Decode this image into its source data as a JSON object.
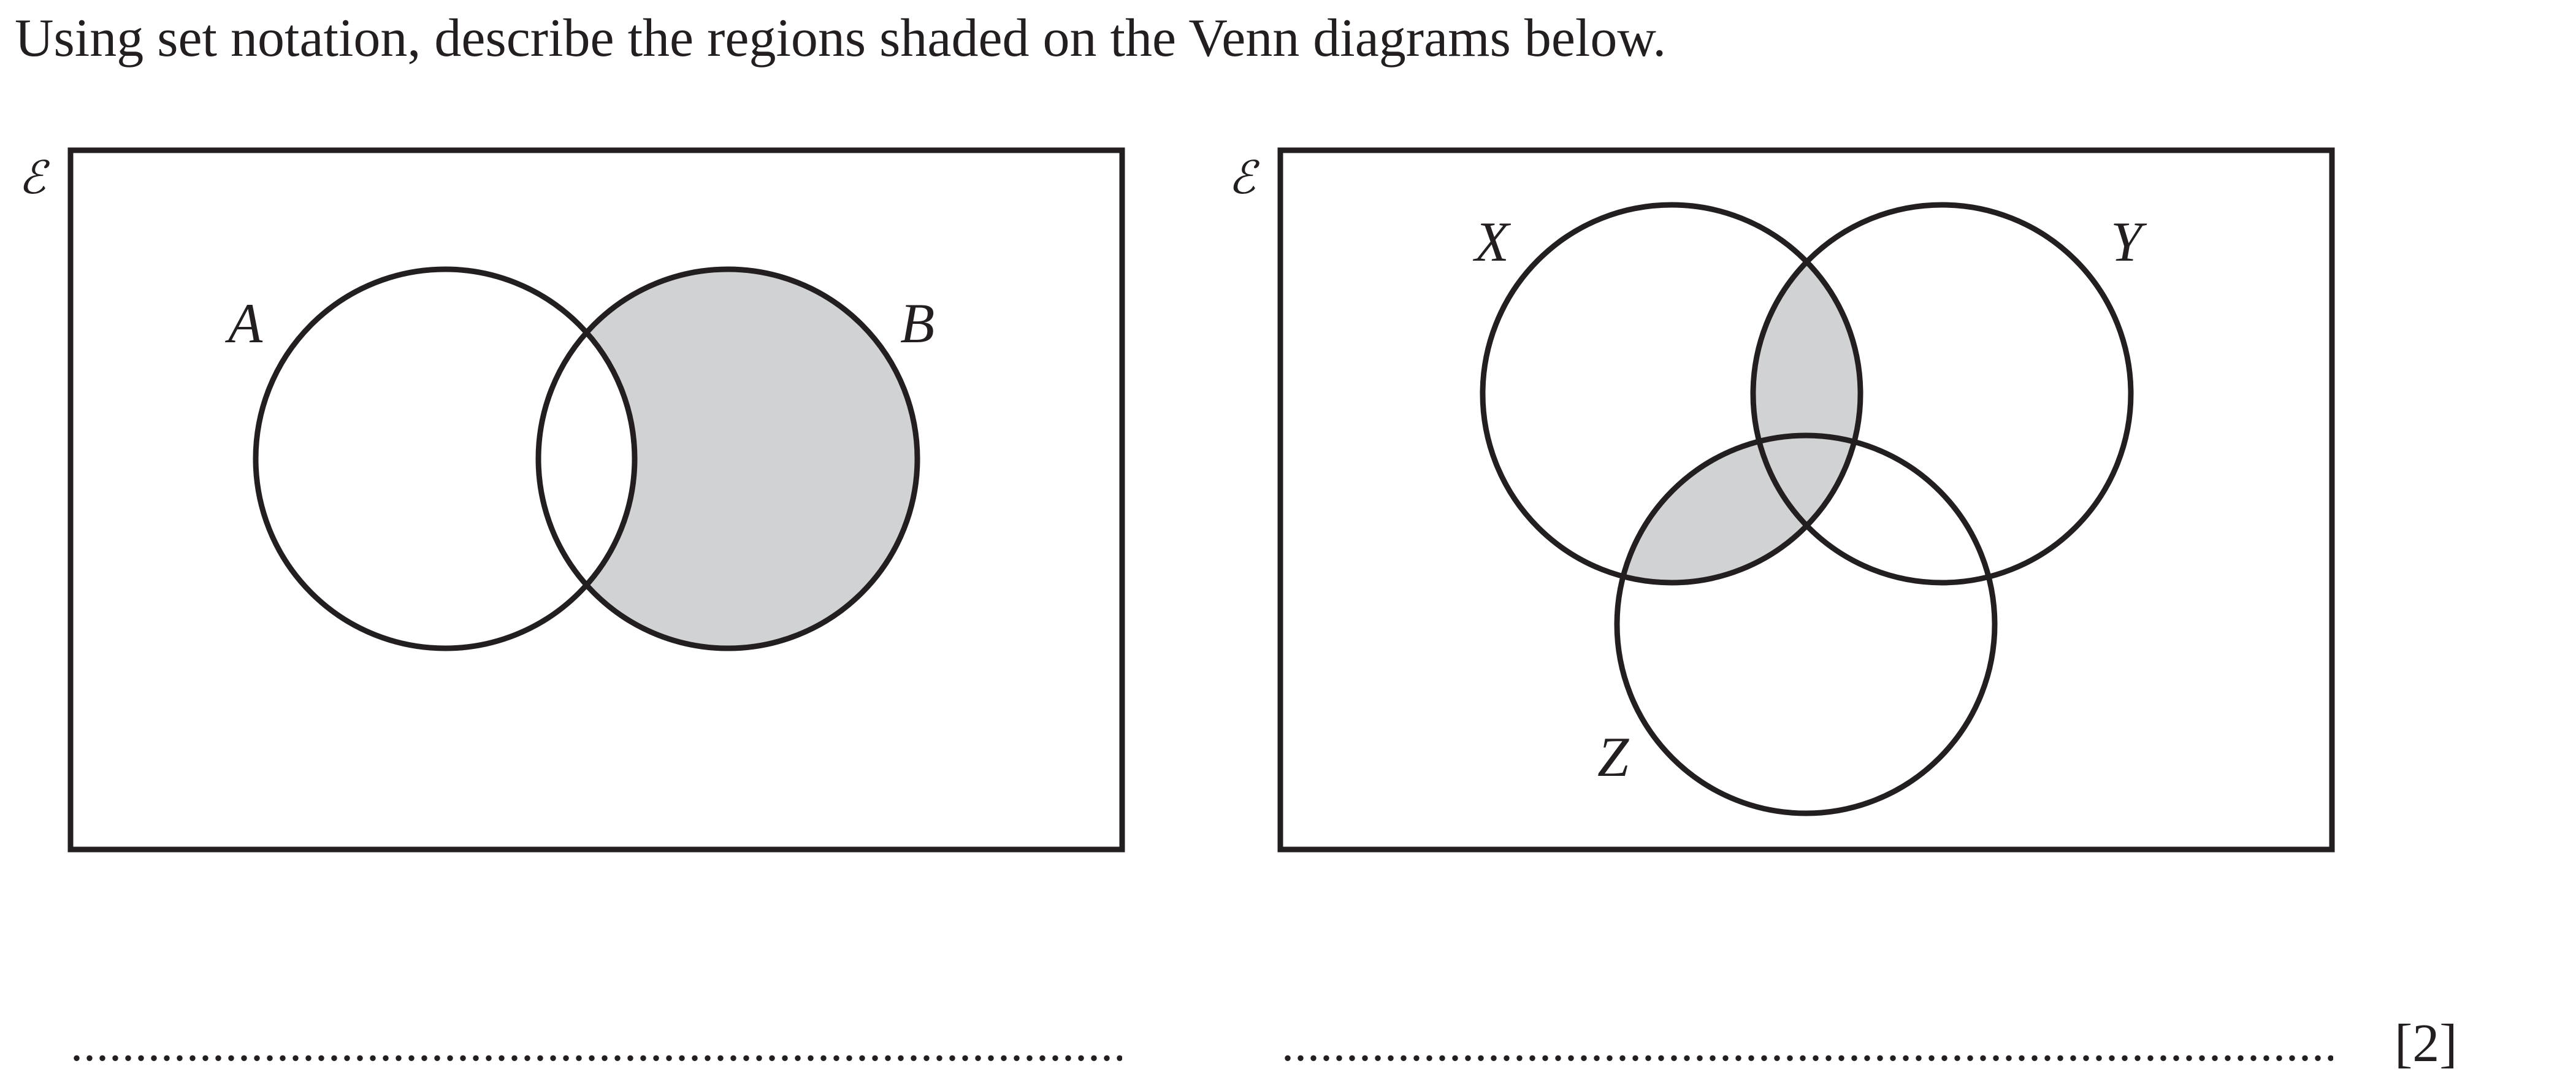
{
  "question": {
    "text": "Using set notation, describe the regions shaded on the Venn diagrams below."
  },
  "diagram_1": {
    "universal_symbol": "ℰ",
    "sets": [
      "A",
      "B"
    ],
    "shaded_region": "B ∩ A′"
  },
  "diagram_2": {
    "universal_symbol": "ℰ",
    "sets": [
      "X",
      "Y",
      "Z"
    ],
    "shaded_region": "(X ∩ Y ∩ Z′) ∪ (X ∩ Z ∩ Y′) ∪ (X ∩ Y ∩ Z)"
  },
  "answer": {
    "dots_1": "..........................................................................................",
    "dots_2": "..........................................................................................",
    "marks": "[2]"
  },
  "colors": {
    "stroke": "#231f20",
    "shade": "#d1d2d4",
    "background": "#ffffff"
  }
}
